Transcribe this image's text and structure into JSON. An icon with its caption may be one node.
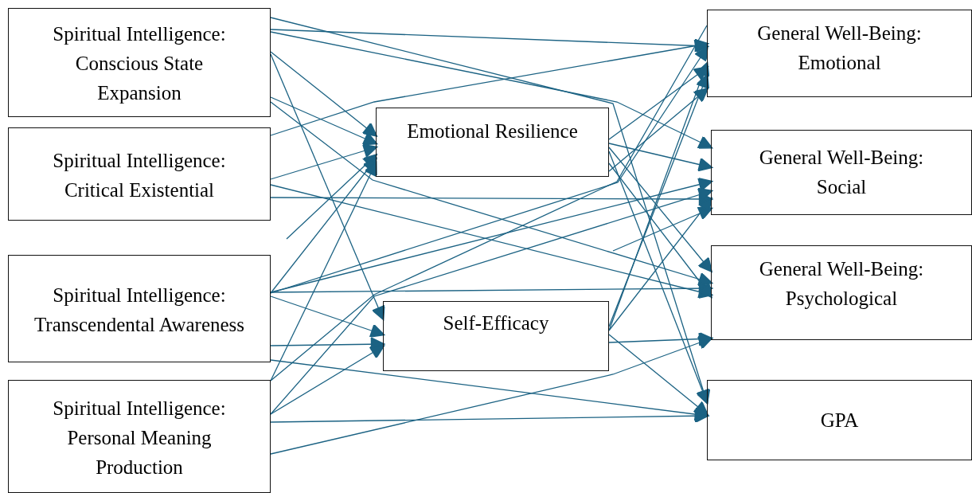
{
  "diagram": {
    "nodes": [
      {
        "text": [
          "Spiritual Intelligence: Conscious State Expansion"
        ]
      },
      {
        "text": [
          "Spiritual Intelligence: Critical Existential"
        ]
      },
      {
        "text": [
          "Spiritual Intelligence: Transcendental Awareness"
        ]
      },
      {
        "text": [
          "Spiritual Intelligence: Personal Meaning Production"
        ]
      },
      {
        "text": [
          "Emotional Resilience"
        ]
      },
      {
        "text": [
          "Self-Efficacy"
        ]
      },
      {
        "text": [
          "General Well-Being: Emotional"
        ]
      },
      {
        "text": [
          "General Well-Being: Social"
        ]
      },
      {
        "text": [
          "General Well-Being: Psychological"
        ]
      },
      {
        "text": [
          "GPA"
        ]
      }
    ],
    "edges": [
      {
        "from": 0,
        "to": 9,
        "arrow": "to"
      },
      {
        "from": 0,
        "to": 6,
        "arrow": "to"
      },
      {
        "from": 0,
        "to": 7,
        "arrow": "to"
      },
      {
        "from": 0,
        "to": 4,
        "arrow": "to"
      },
      {
        "from": 0,
        "to": 5,
        "arrow": "to"
      },
      {
        "from": 0,
        "to": 4,
        "arrow": "to"
      },
      {
        "from": 0,
        "to": 8,
        "arrow": "to"
      },
      {
        "from": 1,
        "to": 6,
        "arrow": "to"
      },
      {
        "from": 1,
        "to": 4,
        "arrow": "to"
      },
      {
        "from": 1,
        "to": 7,
        "arrow": "to"
      },
      {
        "from": 1,
        "to": 8,
        "arrow": "to"
      },
      {
        "from": null,
        "to": 4,
        "arrow": "to"
      },
      {
        "from": 2,
        "to": 4,
        "arrow": "to"
      },
      {
        "from": 2,
        "to": 6,
        "arrow": "to"
      },
      {
        "from": 2,
        "to": 7,
        "arrow": "to"
      },
      {
        "from": 2,
        "to": 8,
        "arrow": "to"
      },
      {
        "from": 2,
        "to": 5,
        "arrow": "to"
      },
      {
        "from": 2,
        "to": 9,
        "arrow": "to"
      },
      {
        "from": 2,
        "to": 5,
        "arrow": "to"
      },
      {
        "from": 3,
        "to": 4,
        "arrow": "to"
      },
      {
        "from": 3,
        "to": 5,
        "arrow": "to"
      },
      {
        "from": 3,
        "to": 9,
        "arrow": "to"
      },
      {
        "from": 3,
        "to": 8,
        "arrow": "to"
      },
      {
        "from": 3,
        "to": 6,
        "arrow": "none"
      },
      {
        "from": 3,
        "to": 7,
        "arrow": "to"
      },
      {
        "from": 4,
        "to": 6,
        "arrow": "to"
      },
      {
        "from": 4,
        "to": 6,
        "arrow": "to"
      },
      {
        "from": 4,
        "to": 7,
        "arrow": "to"
      },
      {
        "from": 4,
        "to": 8,
        "arrow": "to"
      },
      {
        "from": 4,
        "to": 8,
        "arrow": "to"
      },
      {
        "from": 4,
        "to": 9,
        "arrow": "to"
      },
      {
        "from": null,
        "to": 7,
        "arrow": "to"
      },
      {
        "from": 5,
        "to": 6,
        "arrow": "to"
      },
      {
        "from": 5,
        "to": 6,
        "arrow": "to"
      },
      {
        "from": 5,
        "to": 7,
        "arrow": "to"
      },
      {
        "from": 5,
        "to": 8,
        "arrow": "to"
      },
      {
        "from": 5,
        "to": 9,
        "arrow": "to"
      }
    ]
  }
}
